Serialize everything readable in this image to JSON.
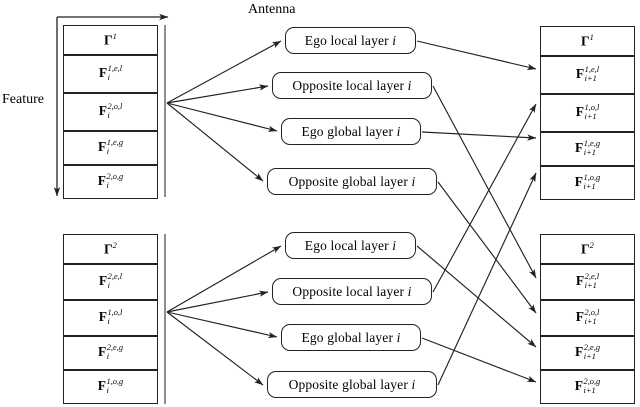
{
  "diagram": {
    "axis_labels": {
      "antenna": "Antenna",
      "feature": "Feature"
    },
    "input_columns": [
      {
        "name": "input-column-top",
        "cells": [
          {
            "base": "Γ",
            "sup": "1",
            "sub": ""
          },
          {
            "base": "F",
            "sup": "1,e,l",
            "sub": "i"
          },
          {
            "base": "F",
            "sup": "2,o,l",
            "sub": "i"
          },
          {
            "base": "F",
            "sup": "1,e,g",
            "sub": "i"
          },
          {
            "base": "F",
            "sup": "2,o,g",
            "sub": "i"
          }
        ]
      },
      {
        "name": "input-column-bottom",
        "cells": [
          {
            "base": "Γ",
            "sup": "2",
            "sub": ""
          },
          {
            "base": "F",
            "sup": "2,e,l",
            "sub": "i"
          },
          {
            "base": "F",
            "sup": "1,o,l",
            "sub": "i"
          },
          {
            "base": "F",
            "sup": "2,e,g",
            "sub": "i"
          },
          {
            "base": "F",
            "sup": "1,o,g",
            "sub": "i"
          }
        ]
      }
    ],
    "layer_boxes_top": [
      {
        "text": "Ego local layer ",
        "var": "i"
      },
      {
        "text": "Opposite local layer ",
        "var": "i"
      },
      {
        "text": "Ego global layer ",
        "var": "i"
      },
      {
        "text": "Opposite global layer ",
        "var": "i"
      }
    ],
    "layer_boxes_bottom": [
      {
        "text": "Ego local layer ",
        "var": "i"
      },
      {
        "text": "Opposite local layer ",
        "var": "i"
      },
      {
        "text": "Ego global layer ",
        "var": "i"
      },
      {
        "text": "Opposite global layer ",
        "var": "i"
      }
    ],
    "output_columns": [
      {
        "name": "output-column-top",
        "cells": [
          {
            "base": "Γ",
            "sup": "1",
            "sub": ""
          },
          {
            "base": "F",
            "sup": "1,e,l",
            "sub": "i+1"
          },
          {
            "base": "F",
            "sup": "1,o,l",
            "sub": "i+1"
          },
          {
            "base": "F",
            "sup": "1,e,g",
            "sub": "i+1"
          },
          {
            "base": "F",
            "sup": "1,o,g",
            "sub": "i+1"
          }
        ]
      },
      {
        "name": "output-column-bottom",
        "cells": [
          {
            "base": "Γ",
            "sup": "2",
            "sub": ""
          },
          {
            "base": "F",
            "sup": "2,e,l",
            "sub": "i+1"
          },
          {
            "base": "F",
            "sup": "2,o,l",
            "sub": "i+1"
          },
          {
            "base": "F",
            "sup": "2,e,g",
            "sub": "i+1"
          },
          {
            "base": "F",
            "sup": "2,o,g",
            "sub": "i+1"
          }
        ]
      }
    ],
    "colors": {
      "stroke": "#222222",
      "background": "#ffffff"
    }
  }
}
